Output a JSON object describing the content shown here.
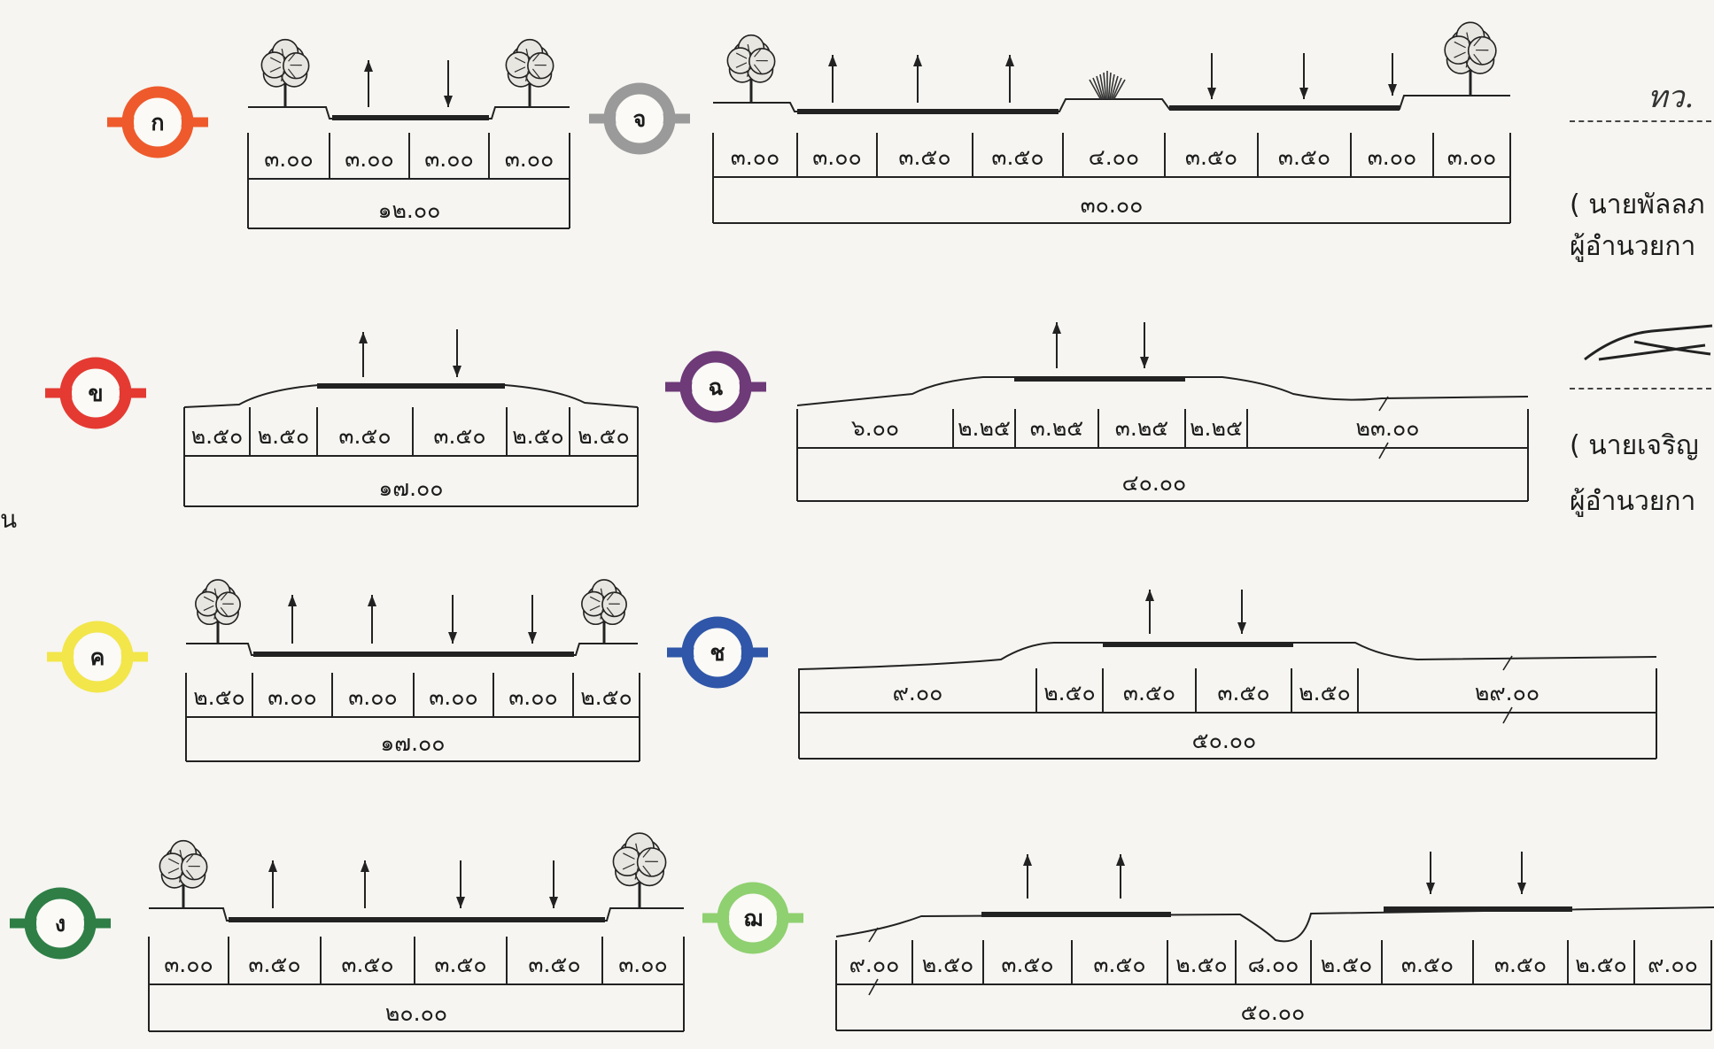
{
  "sections": [
    {
      "id": "kor",
      "badge": "ก",
      "color": "#ee5a2c",
      "cells": [
        "๓.๐๐",
        "๓.๐๐",
        "๓.๐๐",
        "๓.๐๐"
      ],
      "total": "๑๒.๐๐"
    },
    {
      "id": "khor",
      "badge": "ข",
      "color": "#e43a32",
      "cells": [
        "๒.๕๐",
        "๒.๕๐",
        "๓.๕๐",
        "๓.๕๐",
        "๒.๕๐",
        "๒.๕๐"
      ],
      "total": "๑๗.๐๐"
    },
    {
      "id": "khor2",
      "badge": "ค",
      "color": "#f2e64a",
      "cells": [
        "๒.๕๐",
        "๓.๐๐",
        "๓.๐๐",
        "๓.๐๐",
        "๓.๐๐",
        "๒.๕๐"
      ],
      "total": "๑๗.๐๐"
    },
    {
      "id": "ngor",
      "badge": "ง",
      "color": "#2e7e46",
      "cells": [
        "๓.๐๐",
        "๓.๕๐",
        "๓.๕๐",
        "๓.๕๐",
        "๓.๕๐",
        "๓.๐๐"
      ],
      "total": "๒๐.๐๐"
    },
    {
      "id": "jor",
      "badge": "จ",
      "color": "#9a9a9a",
      "cells": [
        "๓.๐๐",
        "๓.๐๐",
        "๓.๕๐",
        "๓.๕๐",
        "๔.๐๐",
        "๓.๕๐",
        "๓.๕๐",
        "๓.๐๐",
        "๓.๐๐"
      ],
      "total": "๓๐.๐๐"
    },
    {
      "id": "chor",
      "badge": "ฉ",
      "color": "#6e3a78",
      "cells": [
        "๖.๐๐",
        "๒.๒๕",
        "๓.๒๕",
        "๓.๒๕",
        "๒.๒๕",
        "๒๓.๐๐"
      ],
      "total": "๔๐.๐๐"
    },
    {
      "id": "chor2",
      "badge": "ช",
      "color": "#2f56a8",
      "cells": [
        "๙.๐๐",
        "๒.๕๐",
        "๓.๕๐",
        "๓.๕๐",
        "๒.๕๐",
        "๒๙.๐๐"
      ],
      "total": "๕๐.๐๐"
    },
    {
      "id": "chor3",
      "badge": "ฌ",
      "color": "#8fd070",
      "cells": [
        "๙.๐๐",
        "๒.๕๐",
        "๓.๕๐",
        "๓.๕๐",
        "๒.๕๐",
        "๘.๐๐",
        "๒.๕๐",
        "๓.๕๐",
        "๓.๕๐",
        "๒.๕๐",
        "๙.๐๐"
      ],
      "total": "๕๐.๐๐"
    }
  ],
  "side": {
    "name1": "( นายพัลลภ",
    "role1": "ผู้อำนวยกา",
    "name2": "( นายเจริญ",
    "role2": "ผู้อำนวยกา",
    "left_mark": "น"
  }
}
